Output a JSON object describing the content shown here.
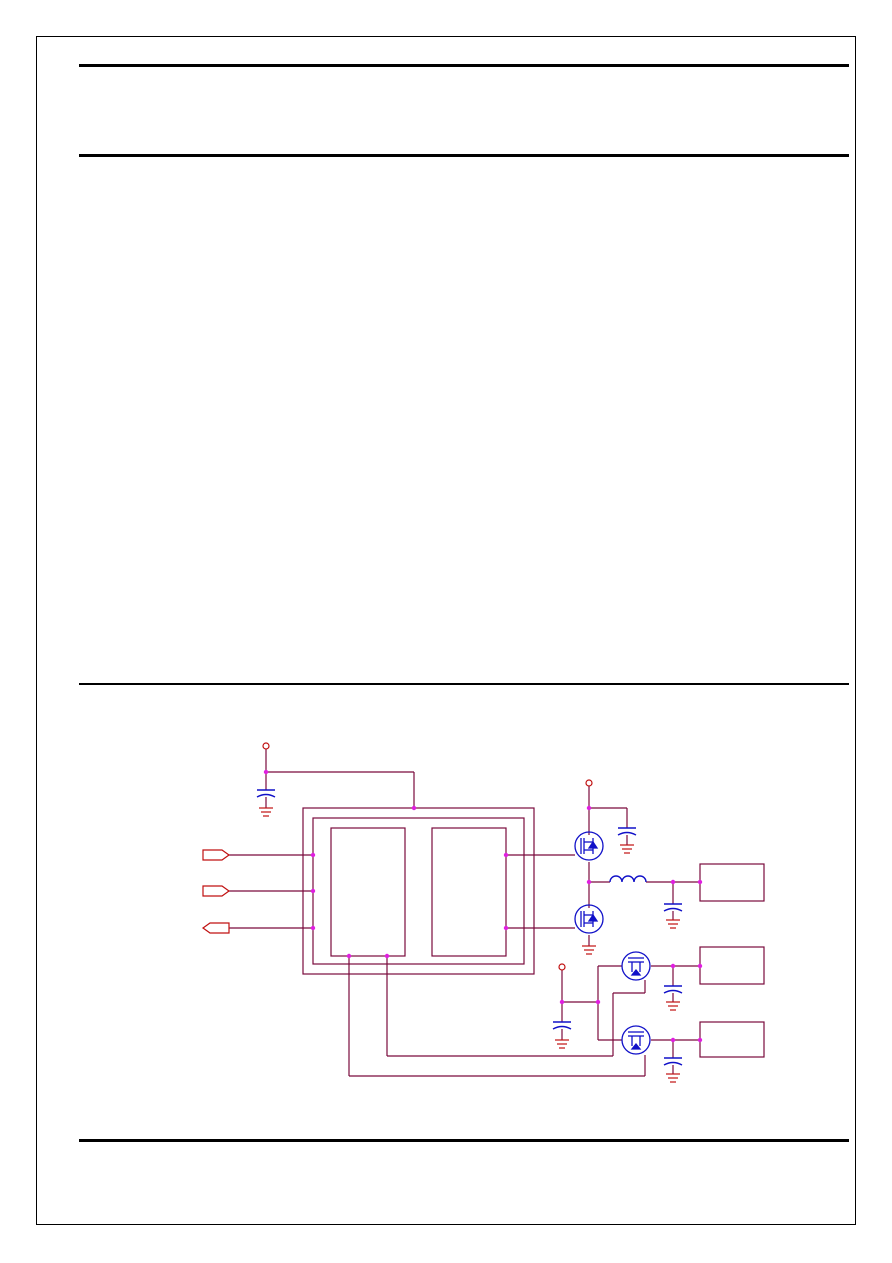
{
  "document": {
    "header_text": "",
    "body_text": "",
    "footer_text": ""
  },
  "schematic": {
    "colors": {
      "wire": "#7a0a3c",
      "junction": "#e020e0",
      "device": "#1010c8",
      "supply": "#c01010",
      "ground": "#c01010"
    },
    "components": [
      "power-supply-terminal",
      "decoupling-capacitor",
      "ground-symbol",
      "controller-ic-package",
      "logic-block",
      "driver-block",
      "input-port",
      "output-port",
      "high-side-mosfet",
      "low-side-mosfet",
      "output-inductor",
      "output-capacitor",
      "load-block",
      "ldo-pass-transistor"
    ]
  }
}
